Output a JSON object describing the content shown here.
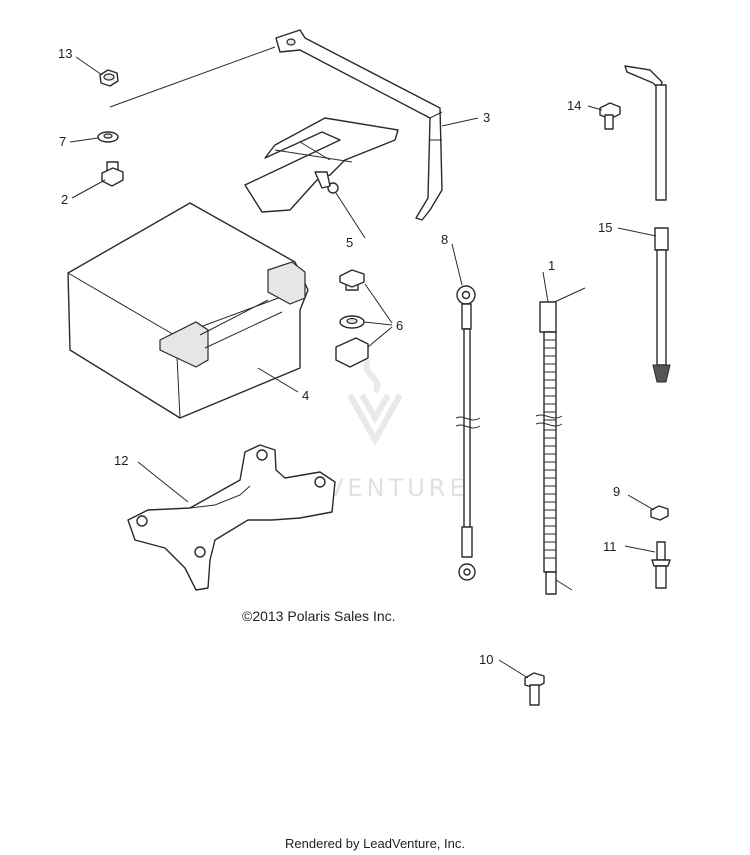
{
  "callouts": {
    "c1": "1",
    "c2": "2",
    "c3": "3",
    "c4": "4",
    "c5": "5",
    "c6": "6",
    "c7": "7",
    "c8": "8",
    "c9": "9",
    "c10": "10",
    "c11": "11",
    "c12": "12",
    "c13": "13",
    "c14": "14",
    "c15": "15"
  },
  "copyright": "©2013 Polaris Sales Inc.",
  "watermark": {
    "text": "LEADVENTURE"
  },
  "footer": {
    "text": "Rendered by LeadVenture, Inc."
  },
  "colors": {
    "line": "#2a2a2a",
    "watermark": "#c9c9c9"
  }
}
